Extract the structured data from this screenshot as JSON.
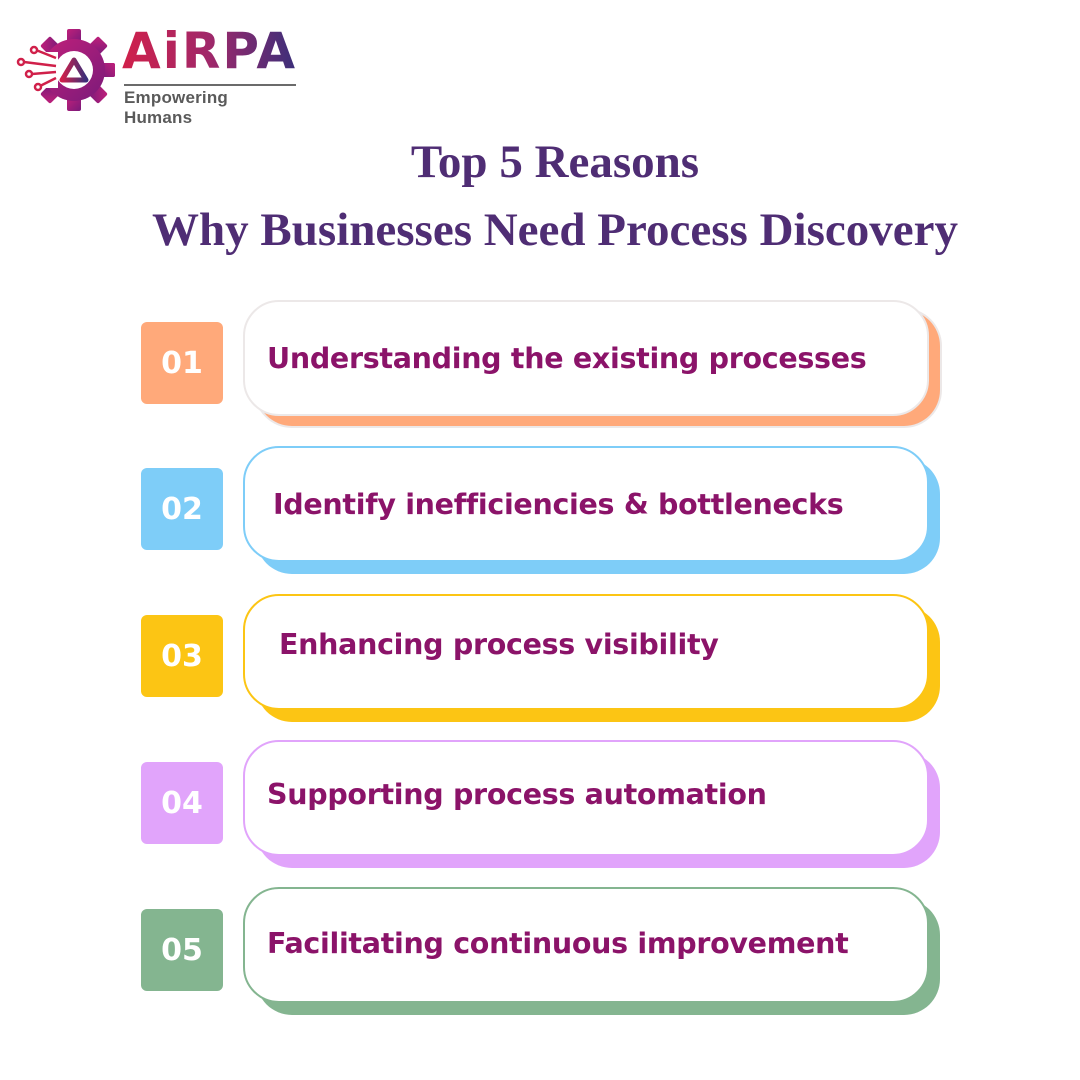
{
  "logo": {
    "wordmark": "AiRPA",
    "tagline": "Empowering Humans",
    "icon": "gear-circuit-logo-icon",
    "colors": {
      "gear": "#a0207a",
      "accent_red": "#d0204a",
      "accent_navy": "#3a2f7a"
    }
  },
  "title": {
    "line1": "Top 5 Reasons",
    "line2": "Why Businesses Need Process Discovery",
    "color": "#4f2d74"
  },
  "items": [
    {
      "number": "01",
      "text": "Understanding the existing processes",
      "color": "#ffa97a",
      "border": "#ece8e8"
    },
    {
      "number": "02",
      "text": "Identify inefficiencies & bottlenecks",
      "color": "#7ecdf8",
      "border": "#7ecdf8"
    },
    {
      "number": "03",
      "text": "Enhancing process visibility",
      "color": "#fcc514",
      "border": "#fcc514"
    },
    {
      "number": "04",
      "text": "Supporting process automation",
      "color": "#e1a4fb",
      "border": "#e1a4fb"
    },
    {
      "number": "05",
      "text": "Facilitating continuous improvement",
      "color": "#84b590",
      "border": "#84b590"
    }
  ],
  "text_color": "#8b1369"
}
